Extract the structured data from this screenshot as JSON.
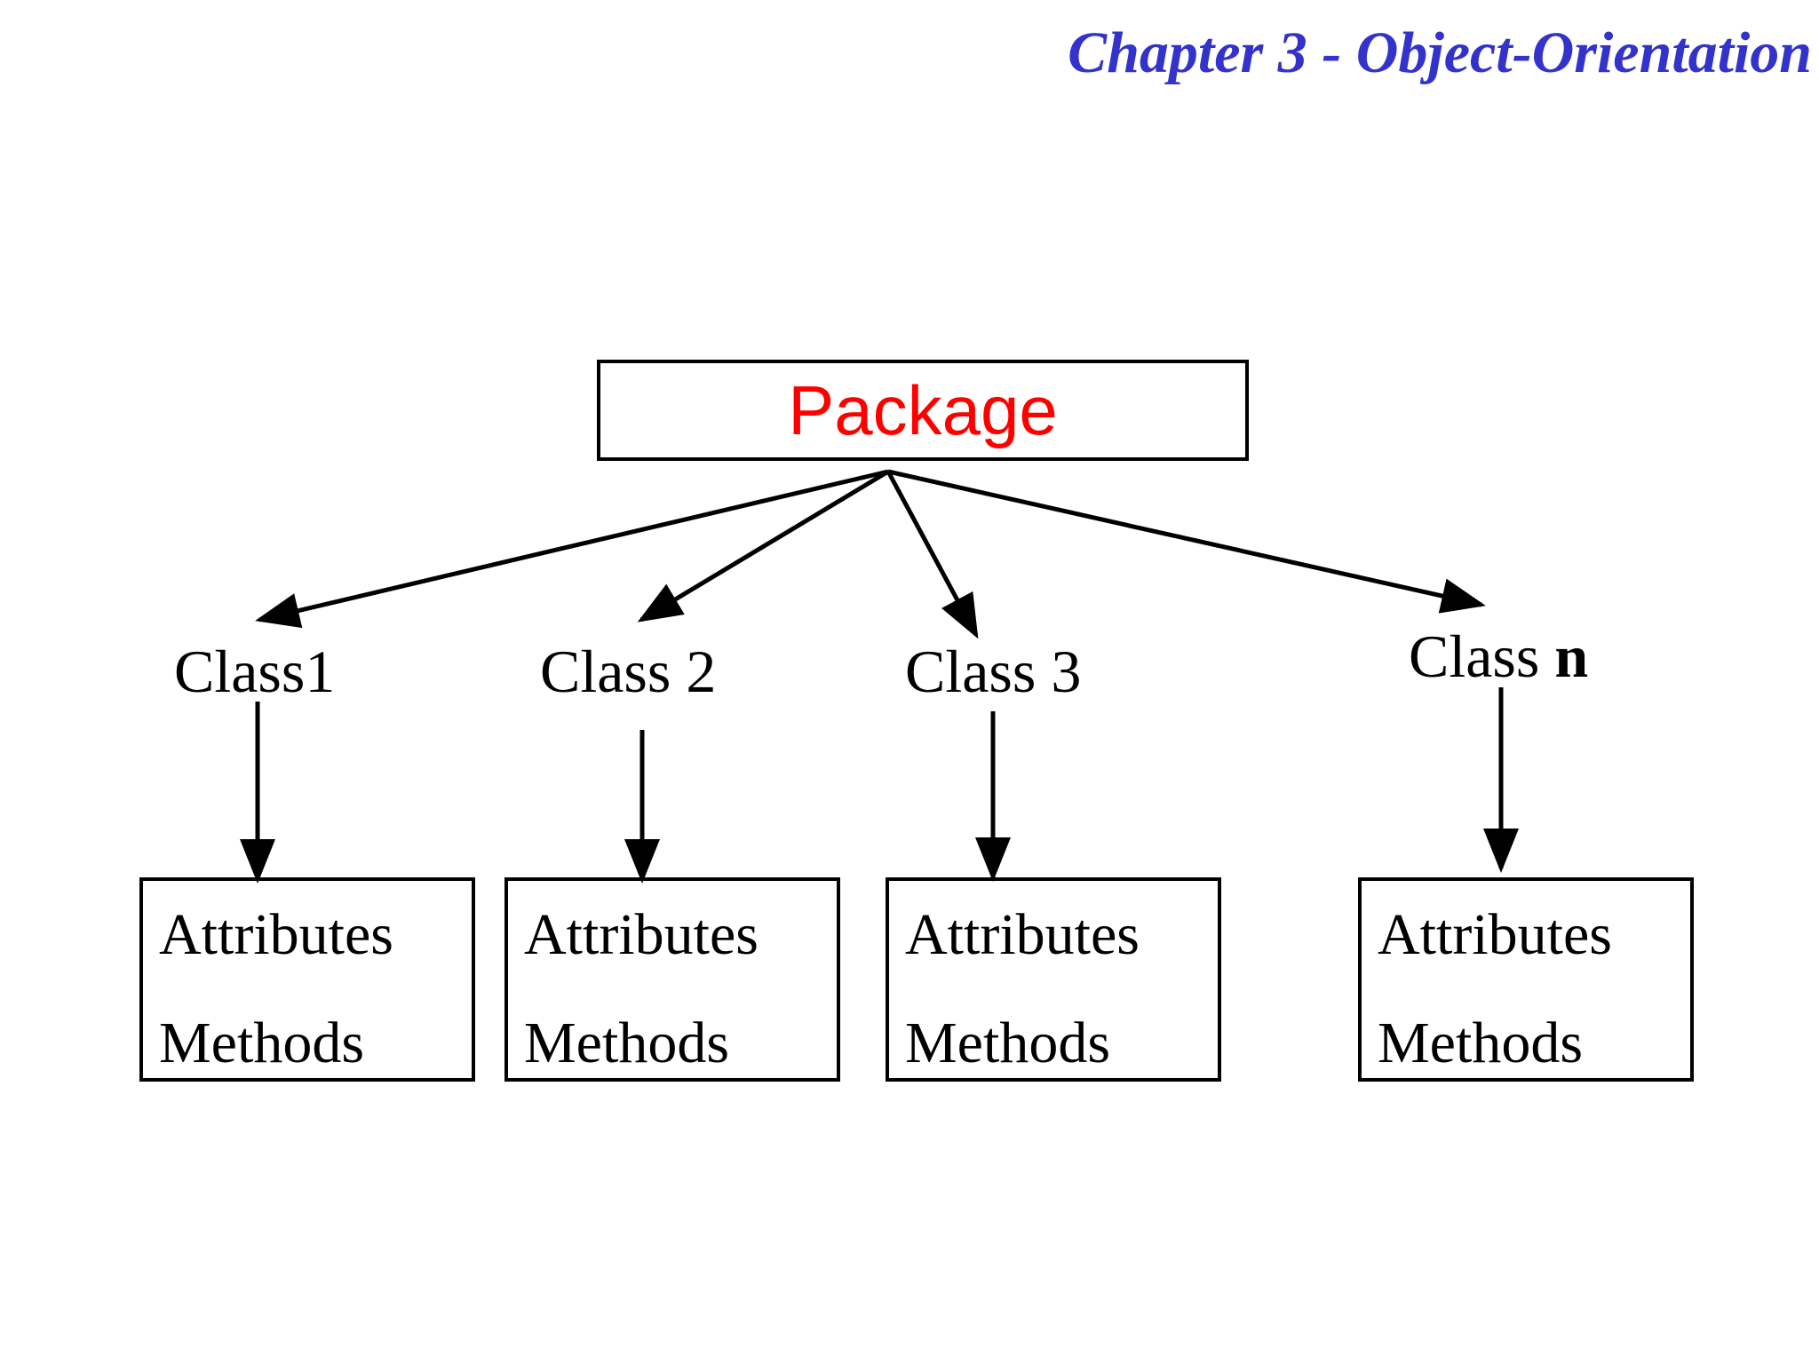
{
  "header": {
    "title": "Chapter 3 - Object-Orientation"
  },
  "colors": {
    "title": "#3333CC",
    "package": "#FF0000",
    "lines": "#000000"
  },
  "package": {
    "label": "Package"
  },
  "classes": [
    {
      "label": "Class1",
      "suffix": "",
      "attributes": "Attributes",
      "methods": "Methods"
    },
    {
      "label": "Class 2",
      "suffix": "",
      "attributes": "Attributes",
      "methods": "Methods"
    },
    {
      "label": "Class 3",
      "suffix": "",
      "attributes": "Attributes",
      "methods": "Methods"
    },
    {
      "label": "Class ",
      "suffix": "n",
      "attributes": "Attributes",
      "methods": "Methods"
    }
  ]
}
